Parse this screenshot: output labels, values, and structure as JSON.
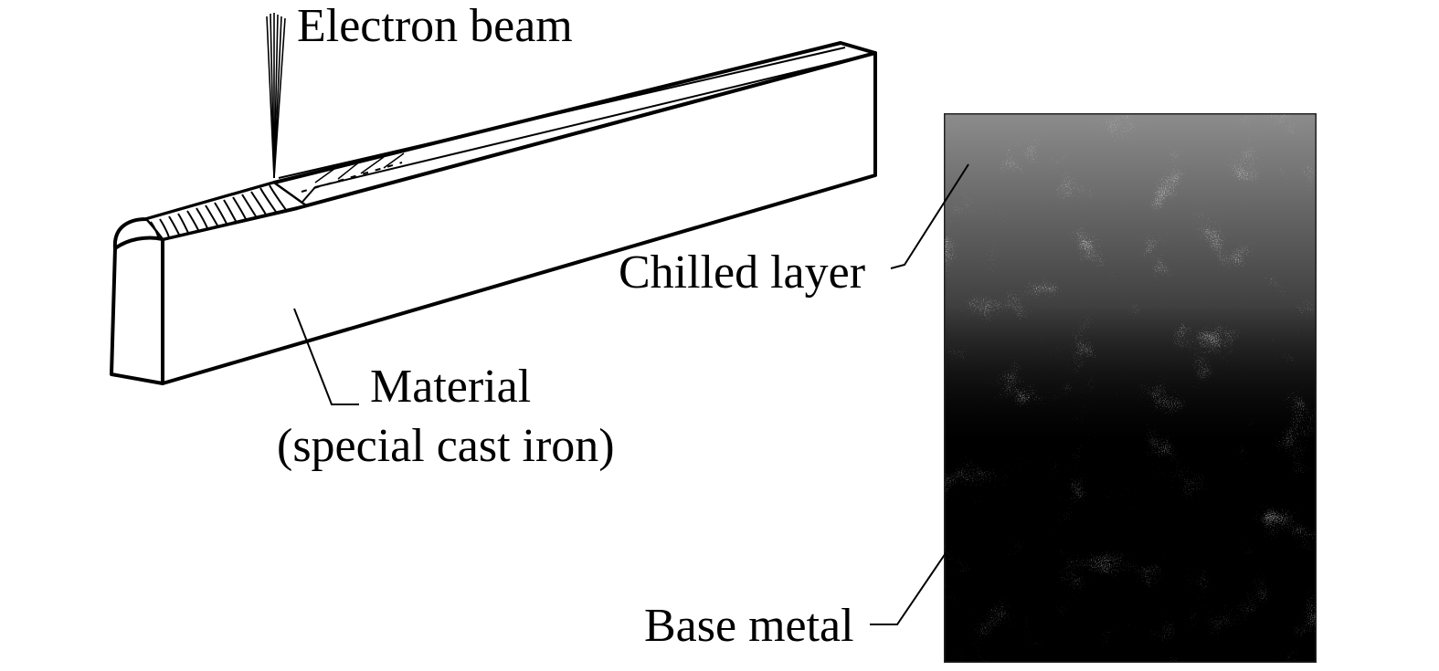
{
  "labels": {
    "electron_beam": "Electron beam",
    "material_line1": "Material",
    "material_line2": "(special cast iron)",
    "chilled_layer": "Chilled layer",
    "base_metal": "Base metal"
  }
}
